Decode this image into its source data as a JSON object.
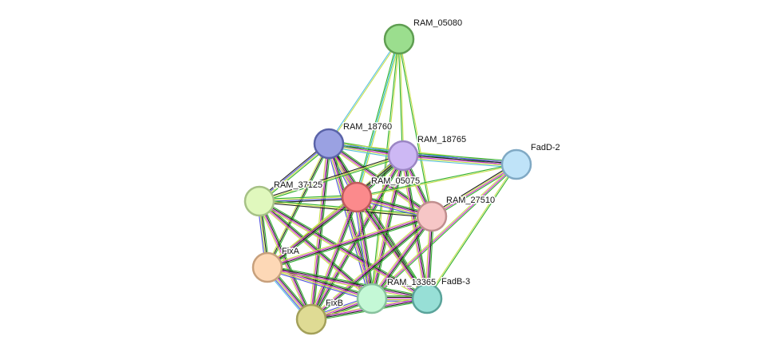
{
  "network": {
    "nodes": [
      {
        "id": "RAM_05080",
        "label": "RAM_05080",
        "fill": "#9bde8e",
        "stroke": "#5f9e52"
      },
      {
        "id": "RAM_18760",
        "label": "RAM_18760",
        "fill": "#9aa1e2",
        "stroke": "#5a63a8"
      },
      {
        "id": "RAM_18765",
        "label": "RAM_18765",
        "fill": "#cdb8f4",
        "stroke": "#9b86c4"
      },
      {
        "id": "FadD-2",
        "label": "FadD-2",
        "fill": "#bfe3f8",
        "stroke": "#80a9c4"
      },
      {
        "id": "RAM_37125",
        "label": "RAM_37125",
        "fill": "#e0f8bd",
        "stroke": "#a6c186"
      },
      {
        "id": "RAM_05075",
        "label": "RAM_05075",
        "fill": "#fb8a8c",
        "stroke": "#c05a5c"
      },
      {
        "id": "RAM_27510",
        "label": "RAM_27510",
        "fill": "#f6c6c6",
        "stroke": "#c08e8e"
      },
      {
        "id": "FixA",
        "label": "FixA",
        "fill": "#fdd8b6",
        "stroke": "#c7a07c"
      },
      {
        "id": "RAM_13365",
        "label": "RAM_13365",
        "fill": "#c4f8d6",
        "stroke": "#88c29e"
      },
      {
        "id": "FadB-3",
        "label": "FadB-3",
        "fill": "#97dfd6",
        "stroke": "#5aa39a"
      },
      {
        "id": "FixB",
        "label": "FixB",
        "fill": "#dfdb94",
        "stroke": "#a3a05a"
      }
    ],
    "edges": [
      {
        "source": "RAM_05080",
        "target": "RAM_18760",
        "evidence": [
          "#c8e04c",
          "#58c0e0"
        ]
      },
      {
        "source": "RAM_05080",
        "target": "RAM_18765",
        "evidence": [
          "#c8e04c",
          "#30b030"
        ]
      },
      {
        "source": "RAM_05080",
        "target": "RAM_05075",
        "evidence": [
          "#c8e04c",
          "#30c0c8",
          "#30b030"
        ]
      },
      {
        "source": "RAM_05080",
        "target": "RAM_27510",
        "evidence": [
          "#c8e04c",
          "#30b030"
        ]
      },
      {
        "source": "RAM_05080",
        "target": "RAM_13365",
        "evidence": [
          "#c8e04c",
          "#30b030"
        ]
      },
      {
        "source": "RAM_18760",
        "target": "RAM_18765",
        "evidence": [
          "#30b030",
          "#5050e0",
          "#202020",
          "#d02fd0",
          "#c8e04c",
          "#58c0e0"
        ]
      },
      {
        "source": "RAM_18760",
        "target": "FadD-2",
        "evidence": [
          "#c8e04c",
          "#58c0e0",
          "#30b030"
        ]
      },
      {
        "source": "RAM_18760",
        "target": "RAM_37125",
        "evidence": [
          "#30b030",
          "#c8e04c",
          "#5050e0",
          "#202020"
        ]
      },
      {
        "source": "RAM_18760",
        "target": "RAM_05075",
        "evidence": [
          "#30b030",
          "#202020",
          "#d02fd0",
          "#c8e04c",
          "#5050e0"
        ]
      },
      {
        "source": "RAM_18760",
        "target": "RAM_27510",
        "evidence": [
          "#30b030",
          "#202020",
          "#d02fd0",
          "#c8e04c"
        ]
      },
      {
        "source": "RAM_18760",
        "target": "FixA",
        "evidence": [
          "#30b030",
          "#202020",
          "#c8e04c"
        ]
      },
      {
        "source": "RAM_18760",
        "target": "RAM_13365",
        "evidence": [
          "#30b030",
          "#202020",
          "#d02fd0",
          "#c8e04c",
          "#5050e0"
        ]
      },
      {
        "source": "RAM_18760",
        "target": "FadB-3",
        "evidence": [
          "#30b030",
          "#202020",
          "#d02fd0",
          "#c8e04c"
        ]
      },
      {
        "source": "RAM_18760",
        "target": "FixB",
        "evidence": [
          "#30b030",
          "#202020",
          "#d02fd0",
          "#c8e04c"
        ]
      },
      {
        "source": "RAM_18765",
        "target": "FadD-2",
        "evidence": [
          "#30b030",
          "#5050e0",
          "#202020",
          "#d02fd0",
          "#c8e04c",
          "#58c0e0"
        ]
      },
      {
        "source": "RAM_18765",
        "target": "RAM_37125",
        "evidence": [
          "#30b030",
          "#c8e04c",
          "#202020"
        ]
      },
      {
        "source": "RAM_18765",
        "target": "RAM_05075",
        "evidence": [
          "#30b030",
          "#202020",
          "#d02fd0",
          "#c8e04c",
          "#5050e0"
        ]
      },
      {
        "source": "RAM_18765",
        "target": "RAM_27510",
        "evidence": [
          "#30b030",
          "#202020",
          "#d02fd0",
          "#c8e04c"
        ]
      },
      {
        "source": "RAM_18765",
        "target": "FixA",
        "evidence": [
          "#30b030",
          "#202020",
          "#c8e04c"
        ]
      },
      {
        "source": "RAM_18765",
        "target": "RAM_13365",
        "evidence": [
          "#30b030",
          "#202020",
          "#d02fd0",
          "#c8e04c"
        ]
      },
      {
        "source": "RAM_18765",
        "target": "FadB-3",
        "evidence": [
          "#30b030",
          "#202020",
          "#d02fd0",
          "#c8e04c"
        ]
      },
      {
        "source": "RAM_18765",
        "target": "FixB",
        "evidence": [
          "#30b030",
          "#202020",
          "#d02fd0",
          "#c8e04c"
        ]
      },
      {
        "source": "FadD-2",
        "target": "RAM_05075",
        "evidence": [
          "#c8e04c",
          "#30b030"
        ]
      },
      {
        "source": "FadD-2",
        "target": "RAM_27510",
        "evidence": [
          "#30b030",
          "#d02fd0",
          "#c8e04c",
          "#202020"
        ]
      },
      {
        "source": "FadD-2",
        "target": "RAM_13365",
        "evidence": [
          "#30b030",
          "#d02fd0",
          "#c8e04c"
        ]
      },
      {
        "source": "FadD-2",
        "target": "FadB-3",
        "evidence": [
          "#30b030",
          "#c8e04c"
        ]
      },
      {
        "source": "RAM_37125",
        "target": "RAM_05075",
        "evidence": [
          "#30b030",
          "#c8e04c",
          "#5050e0",
          "#202020"
        ]
      },
      {
        "source": "RAM_37125",
        "target": "RAM_27510",
        "evidence": [
          "#30b030",
          "#c8e04c",
          "#202020"
        ]
      },
      {
        "source": "RAM_37125",
        "target": "FixA",
        "evidence": [
          "#30b030",
          "#202020",
          "#c8e04c",
          "#5050e0"
        ]
      },
      {
        "source": "RAM_37125",
        "target": "RAM_13365",
        "evidence": [
          "#30b030",
          "#202020",
          "#d02fd0",
          "#c8e04c"
        ]
      },
      {
        "source": "RAM_37125",
        "target": "FadB-3",
        "evidence": [
          "#30b030",
          "#202020",
          "#d02fd0",
          "#c8e04c"
        ]
      },
      {
        "source": "RAM_37125",
        "target": "FixB",
        "evidence": [
          "#30b030",
          "#202020",
          "#d02fd0",
          "#c8e04c"
        ]
      },
      {
        "source": "RAM_05075",
        "target": "RAM_27510",
        "evidence": [
          "#30b030",
          "#202020",
          "#d02fd0",
          "#c8e04c",
          "#5050e0"
        ]
      },
      {
        "source": "RAM_05075",
        "target": "FixA",
        "evidence": [
          "#30b030",
          "#202020",
          "#d02fd0",
          "#c8e04c"
        ]
      },
      {
        "source": "RAM_05075",
        "target": "RAM_13365",
        "evidence": [
          "#30b030",
          "#202020",
          "#d02fd0",
          "#c8e04c",
          "#5050e0"
        ]
      },
      {
        "source": "RAM_05075",
        "target": "FadB-3",
        "evidence": [
          "#30b030",
          "#202020",
          "#d02fd0",
          "#c8e04c"
        ]
      },
      {
        "source": "RAM_05075",
        "target": "FixB",
        "evidence": [
          "#30b030",
          "#202020",
          "#d02fd0",
          "#c8e04c"
        ]
      },
      {
        "source": "RAM_27510",
        "target": "FixA",
        "evidence": [
          "#30b030",
          "#202020",
          "#d02fd0",
          "#c8e04c"
        ]
      },
      {
        "source": "RAM_27510",
        "target": "RAM_13365",
        "evidence": [
          "#30b030",
          "#202020",
          "#d02fd0",
          "#c8e04c"
        ]
      },
      {
        "source": "RAM_27510",
        "target": "FadB-3",
        "evidence": [
          "#30b030",
          "#202020",
          "#d02fd0",
          "#c8e04c"
        ]
      },
      {
        "source": "RAM_27510",
        "target": "FixB",
        "evidence": [
          "#30b030",
          "#202020",
          "#d02fd0",
          "#c8e04c"
        ]
      },
      {
        "source": "FixA",
        "target": "RAM_13365",
        "evidence": [
          "#30b030",
          "#202020",
          "#d02fd0",
          "#c8e04c",
          "#5050e0"
        ]
      },
      {
        "source": "FixA",
        "target": "FadB-3",
        "evidence": [
          "#30b030",
          "#202020",
          "#d02fd0",
          "#c8e04c"
        ]
      },
      {
        "source": "FixA",
        "target": "FixB",
        "evidence": [
          "#30b030",
          "#202020",
          "#d02fd0",
          "#c8e04c",
          "#5050e0",
          "#58c0e0"
        ]
      },
      {
        "source": "RAM_13365",
        "target": "FadB-3",
        "evidence": [
          "#30b030",
          "#202020",
          "#d02fd0",
          "#c8e04c",
          "#5050e0"
        ]
      },
      {
        "source": "RAM_13365",
        "target": "FixB",
        "evidence": [
          "#30b030",
          "#202020",
          "#d02fd0",
          "#c8e04c",
          "#5050e0"
        ]
      },
      {
        "source": "FadB-3",
        "target": "FixB",
        "evidence": [
          "#30b030",
          "#202020",
          "#d02fd0",
          "#c8e04c"
        ]
      }
    ]
  }
}
